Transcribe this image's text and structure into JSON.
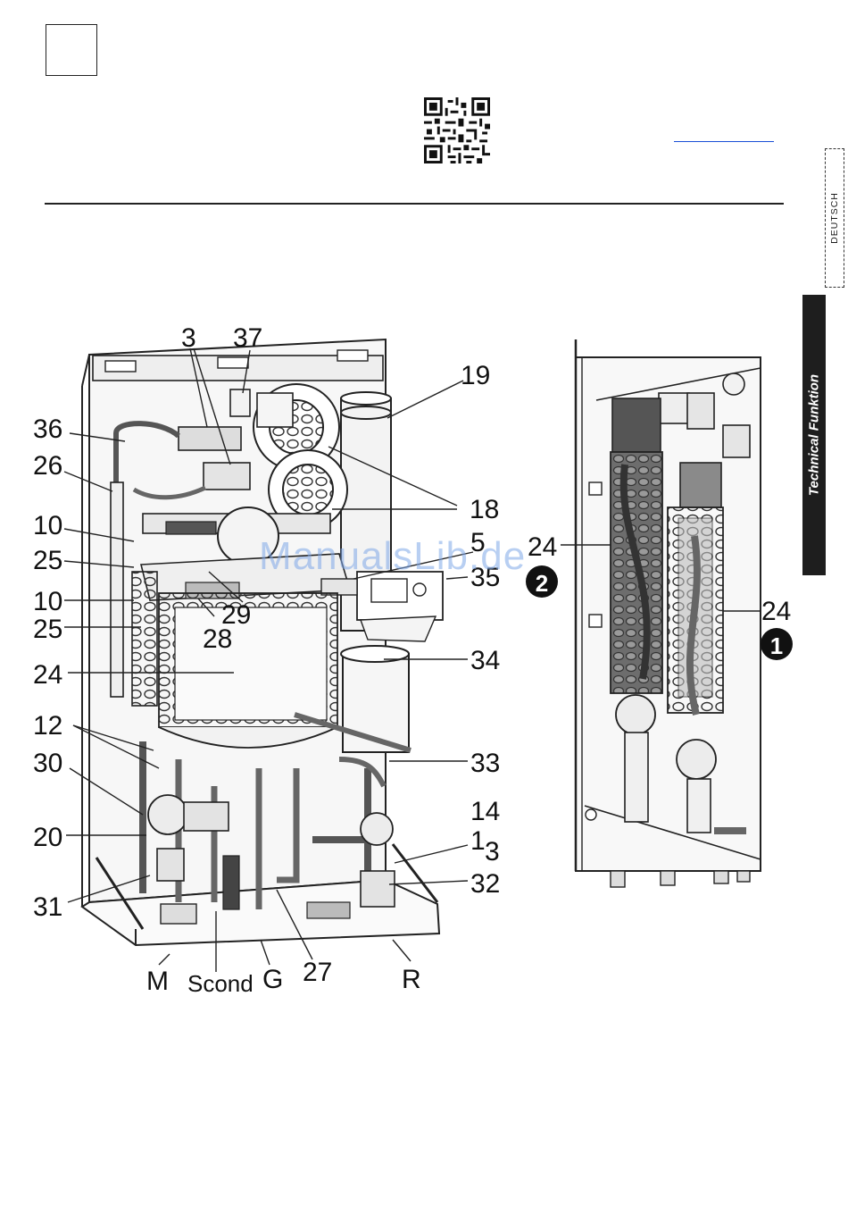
{
  "header": {
    "language_tab": "DEUTSCH",
    "section_tab": "Technical Funktion"
  },
  "watermark": "ManualsLib.de",
  "callouts_front": [
    {
      "id": "c3",
      "text": "3"
    },
    {
      "id": "c37",
      "text": "37"
    },
    {
      "id": "c19",
      "text": "19"
    },
    {
      "id": "c36",
      "text": "36"
    },
    {
      "id": "c26",
      "text": "26"
    },
    {
      "id": "c18",
      "text": "18"
    },
    {
      "id": "c10a",
      "text": "10"
    },
    {
      "id": "c25a",
      "text": "25"
    },
    {
      "id": "c5",
      "text": "5"
    },
    {
      "id": "c35",
      "text": "35"
    },
    {
      "id": "c10b",
      "text": "10"
    },
    {
      "id": "c29",
      "text": "29"
    },
    {
      "id": "c25b",
      "text": "25"
    },
    {
      "id": "c28",
      "text": "28"
    },
    {
      "id": "c34",
      "text": "34"
    },
    {
      "id": "c24",
      "text": "24"
    },
    {
      "id": "c12",
      "text": "12"
    },
    {
      "id": "c33",
      "text": "33"
    },
    {
      "id": "c30",
      "text": "30"
    },
    {
      "id": "c14",
      "text": "14"
    },
    {
      "id": "c20",
      "text": "20"
    },
    {
      "id": "c13a",
      "text": "1"
    },
    {
      "id": "c13b",
      "text": "3"
    },
    {
      "id": "c32",
      "text": "32"
    },
    {
      "id": "c31",
      "text": "31"
    },
    {
      "id": "cM",
      "text": "M"
    },
    {
      "id": "cScond",
      "text": "Scond"
    },
    {
      "id": "cG",
      "text": "G"
    },
    {
      "id": "c27",
      "text": "27"
    },
    {
      "id": "cR",
      "text": "R"
    }
  ],
  "callouts_side": [
    {
      "id": "s24a",
      "text": "24"
    },
    {
      "id": "s24b",
      "text": "24"
    }
  ],
  "markers": [
    {
      "id": "m2",
      "text": "2"
    },
    {
      "id": "m1",
      "text": "1"
    }
  ]
}
